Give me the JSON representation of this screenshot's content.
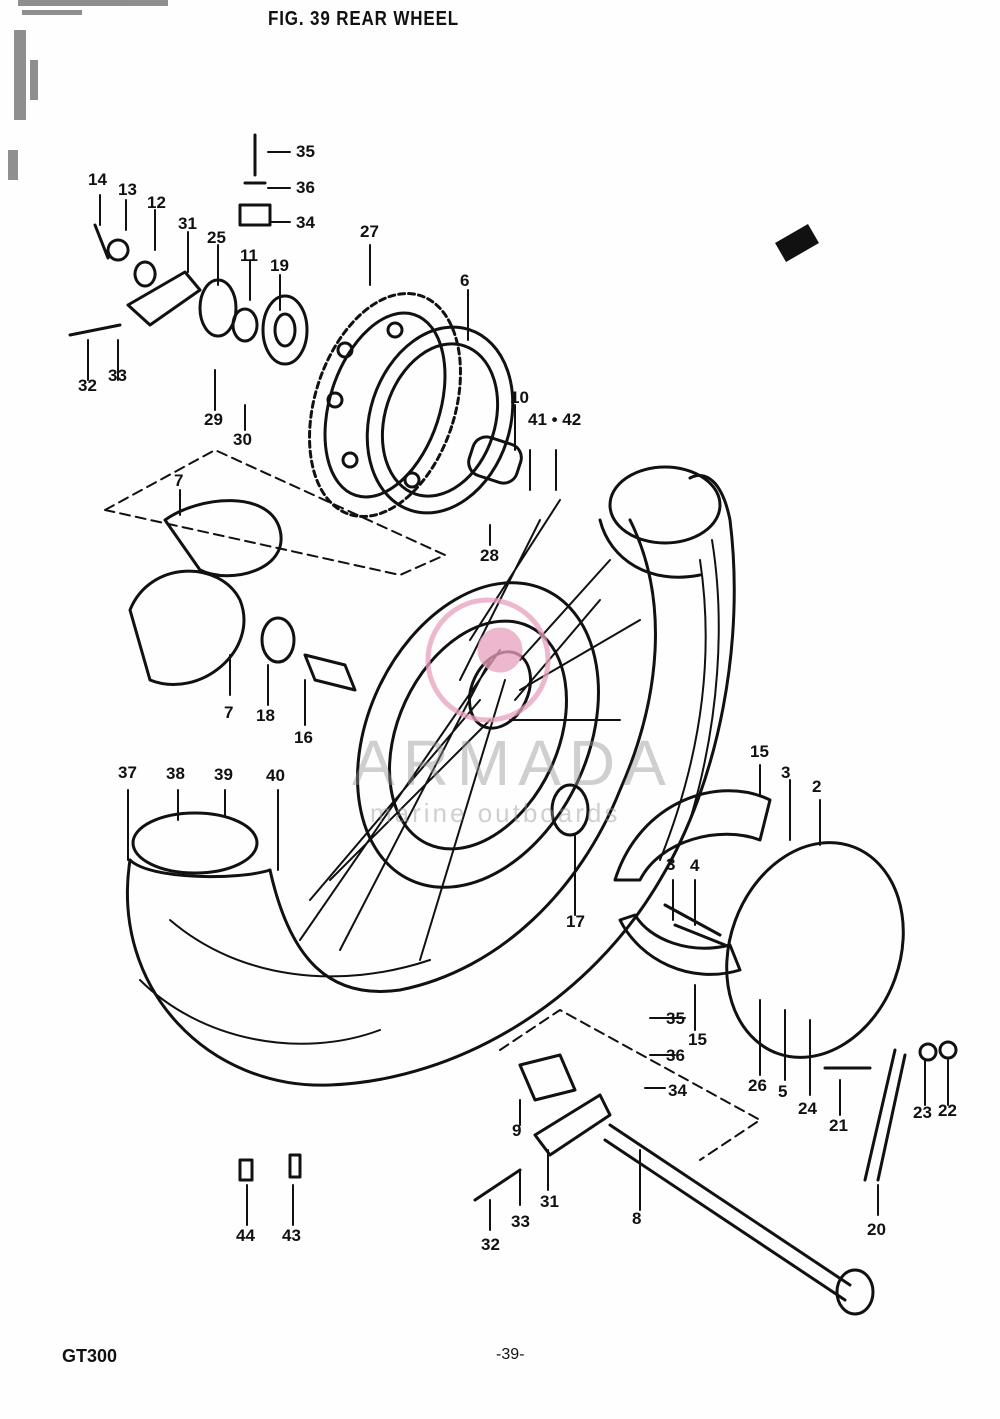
{
  "header": {
    "title": "FIG. 39  REAR WHEEL"
  },
  "footer": {
    "model": "GT300",
    "page": "-39-"
  },
  "watermark": {
    "brand": "ARMADA",
    "tagline": "marine outboards",
    "color": "#e8a0bd"
  },
  "callouts": {
    "c35a": "35",
    "c36a": "36",
    "c34a": "34",
    "c14": "14",
    "c13": "13",
    "c12": "12",
    "c31a": "31",
    "c25": "25",
    "c11": "11",
    "c19": "19",
    "c27": "27",
    "c6": "6",
    "c32a": "32",
    "c33a": "33",
    "c29": "29",
    "c30": "30",
    "c10": "10",
    "c4142": "41 • 42",
    "c28": "28",
    "c7a": "7",
    "c7b": "7",
    "c18": "18",
    "c16": "16",
    "c37": "37",
    "c38": "38",
    "c39": "39",
    "c40": "40",
    "c17": "17",
    "c15a": "15",
    "c3a": "3",
    "c2": "2",
    "c3b": "3",
    "c4": "4",
    "c15b": "15",
    "c35b": "35",
    "c36b": "36",
    "c34b": "34",
    "c26": "26",
    "c5": "5",
    "c24": "24",
    "c21": "21",
    "c23": "23",
    "c22": "22",
    "c9": "9",
    "c31b": "31",
    "c8": "8",
    "c33b": "33",
    "c32b": "32",
    "c20": "20",
    "c44": "44",
    "c43": "43"
  }
}
